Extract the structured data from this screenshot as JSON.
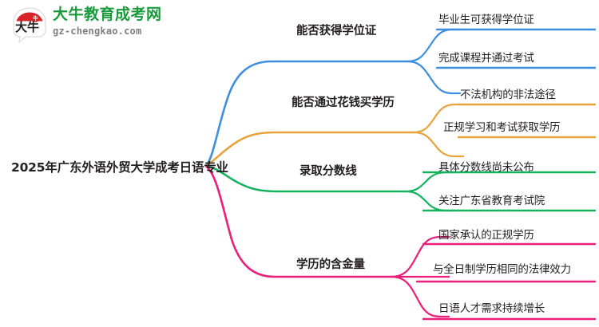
{
  "logo": {
    "mark_icon": "speech-bubble-logo-icon",
    "mark_text": "大牛",
    "name_cn": "大牛教育成考网",
    "domain": "gz-chengkao.com",
    "brand_color": "#1a9a3c",
    "accent_color": "#d8232a"
  },
  "mindmap": {
    "type": "mindmap",
    "root": {
      "label": "2025年广东外语外贸大学成考日语专业"
    },
    "branches": [
      {
        "label": "能否获得学位证",
        "color": "#3d8ee0",
        "children": [
          {
            "label": "毕业生可获得学位证"
          },
          {
            "label": "完成课程并通过考试"
          }
        ]
      },
      {
        "label": "能否通过花钱买学历",
        "color": "#e8a33d",
        "children": [
          {
            "label": "不法机构的非法途径"
          },
          {
            "label": "正规学习和考试获取学历"
          }
        ]
      },
      {
        "label": "录取分数线",
        "color": "#16b35e",
        "children": [
          {
            "label": "具体分数线尚未公布"
          },
          {
            "label": "关注广东省教育考试院"
          }
        ]
      },
      {
        "label": "学历的含金量",
        "color": "#ea1f7a",
        "children": [
          {
            "label": "国家承认的正规学历"
          },
          {
            "label": "与全日制学历相同的法律效力"
          },
          {
            "label": "日语人才需求持续增长"
          }
        ]
      }
    ]
  }
}
